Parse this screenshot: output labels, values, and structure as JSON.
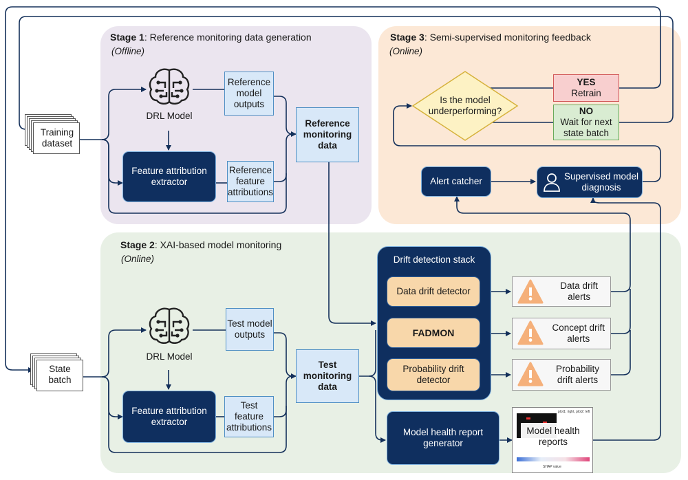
{
  "stage1": {
    "number": "Stage 1",
    "title": ": Reference monitoring data generation",
    "mode": "(Offline)"
  },
  "stage2": {
    "number": "Stage 2",
    "title": ": XAI-based model monitoring",
    "mode": "(Online)"
  },
  "stage3": {
    "number": "Stage 3",
    "title": ": Semi-supervised monitoring feedback",
    "mode": "(Online)"
  },
  "inputs": {
    "training": "Training\ndataset",
    "state_batch": "State\nbatch"
  },
  "s1": {
    "drl_model": "DRL Model",
    "ref_outputs": "Reference\nmodel\noutputs",
    "feature_extractor": "Feature attribution\nextractor",
    "ref_attributions": "Reference\nfeature\nattributions",
    "ref_data": "Reference\nmonitoring\ndata"
  },
  "s2": {
    "drl_model": "DRL Model",
    "test_outputs": "Test model\noutputs",
    "feature_extractor": "Feature attribution\nextractor",
    "test_attributions": "Test\nfeature\nattributions",
    "test_data": "Test\nmonitoring\ndata",
    "stack_title": "Drift detection stack",
    "data_drift": "Data drift detector",
    "fadmon": "FADMON",
    "prob_drift": "Probability drift\ndetector",
    "alert_data": "Data drift\nalerts",
    "alert_concept": "Concept drift\nalerts",
    "alert_prob": "Probability\ndrift alerts",
    "health_gen": "Model health report\ngenerator",
    "health_reports": "Model health\nreports",
    "thumb_legend": "plot1: right, plot2: left",
    "thumb_axis": "SHAP value"
  },
  "s3": {
    "question": "Is the model\nunderperforming?",
    "yes_title": "YES",
    "yes_text": "Retrain",
    "no_title": "NO",
    "no_text": "Wait for next\nstate batch",
    "alert_catcher": "Alert catcher",
    "supervised": "Supervised model\ndiagnosis"
  },
  "colors": {
    "stage1_bg": "#ebe5ef",
    "stage2_bg": "#e8f0e5",
    "stage3_bg": "#fce8d6",
    "navy": "#0f2f5f",
    "arrow": "#14305a",
    "yes_bg": "#f8cfcf",
    "no_bg": "#d9ecd2",
    "diamond_bg": "#fdf2c4"
  },
  "icons": [
    "brain-circuit-icon",
    "warning-icon",
    "user-icon",
    "document-stack-icon"
  ]
}
